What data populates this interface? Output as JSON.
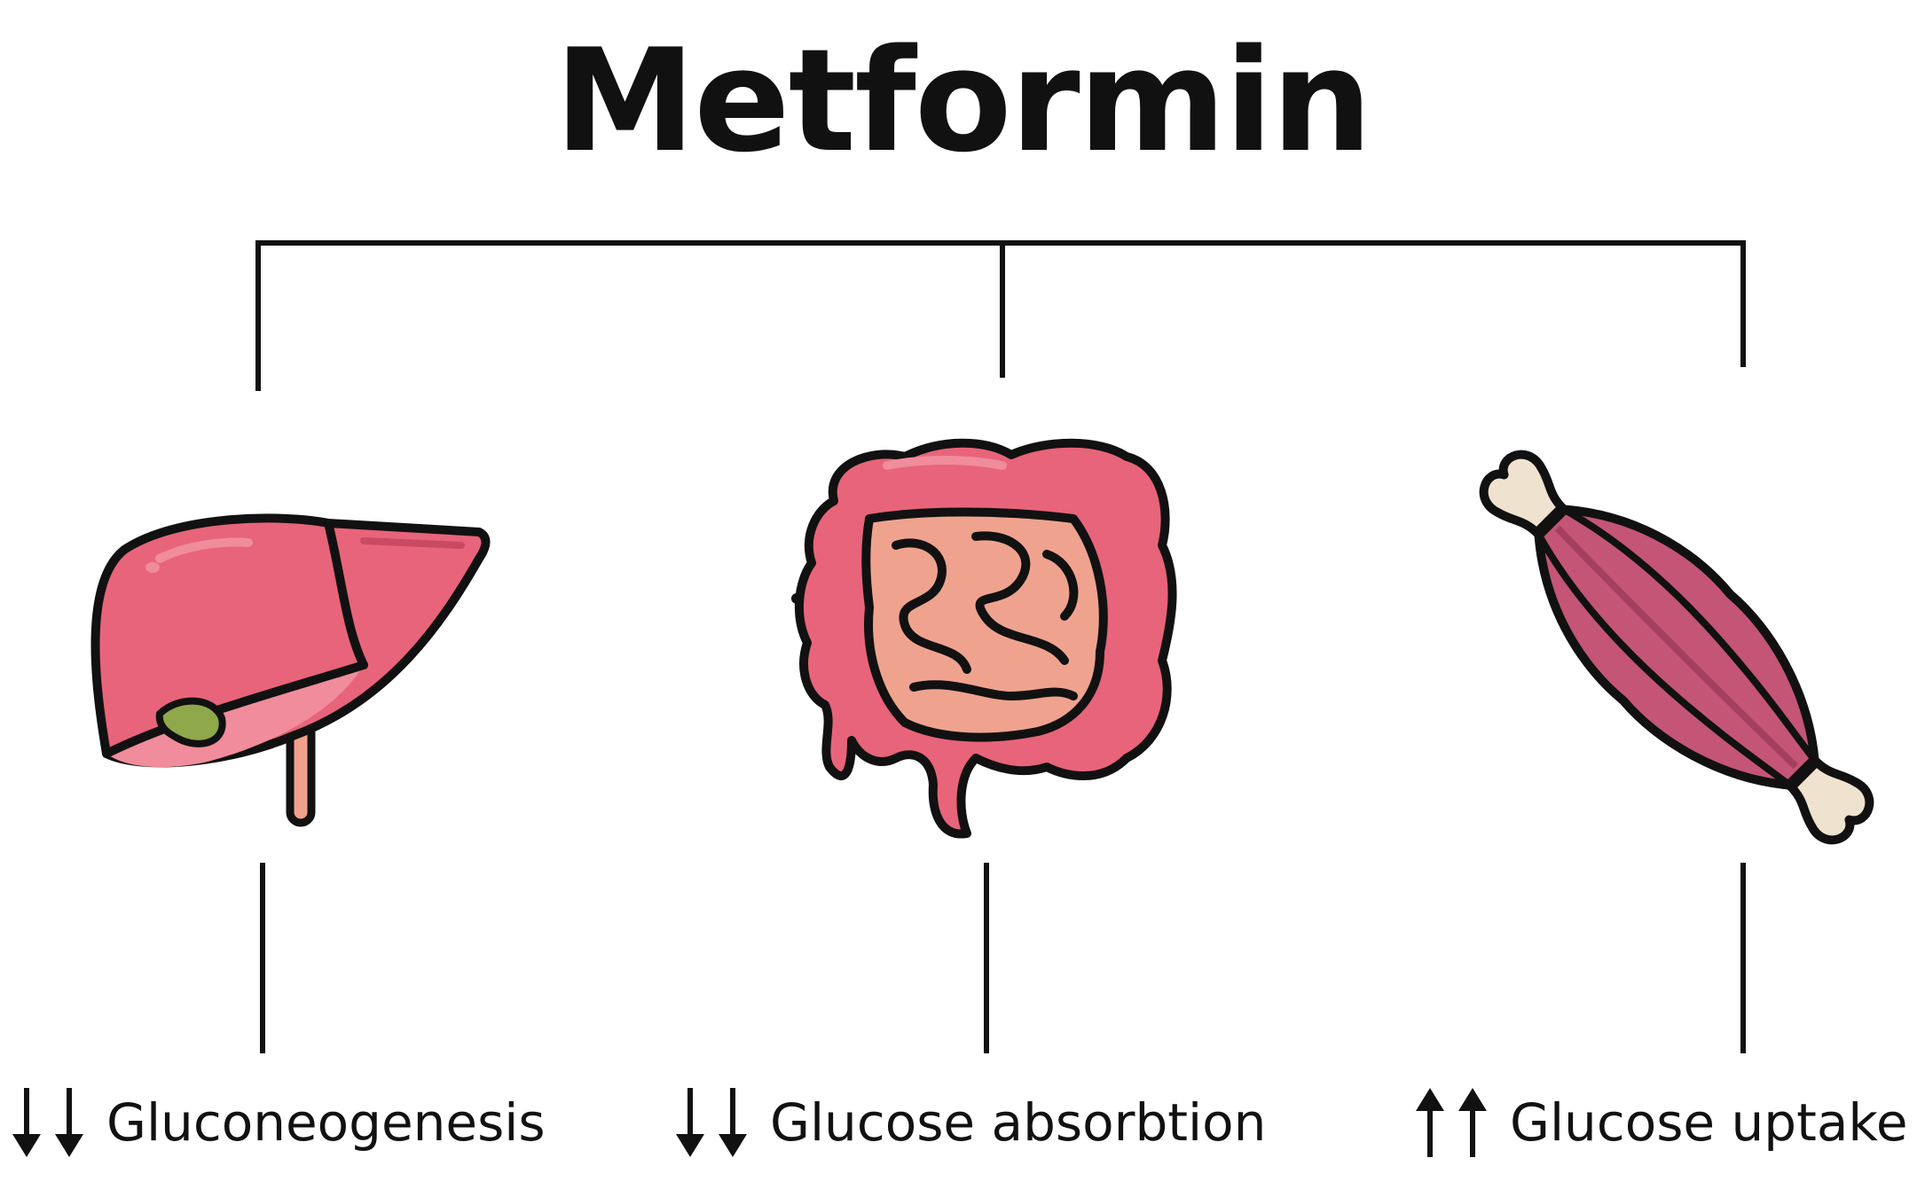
{
  "title": "Metformin",
  "colors": {
    "line": "#111111",
    "organ_pink": "#e8647a",
    "organ_pink_dark": "#c94a63",
    "organ_pink_light": "#f08c9b",
    "intestine_inner": "#efa38f",
    "gallbladder": "#8fa84a",
    "vessel": "#f2a08c",
    "muscle": "#c45577",
    "muscle_dark": "#a33f60",
    "bone": "#efe3cf",
    "bone_shadow": "#d9c7aa"
  },
  "effects": [
    {
      "organ_icon": "liver-icon",
      "direction": "down",
      "arrow_symbols": "↓↓",
      "label": "Gluconeogenesis"
    },
    {
      "organ_icon": "intestine-icon",
      "direction": "down",
      "arrow_symbols": "↓↓",
      "label": "Glucose absorbtion"
    },
    {
      "organ_icon": "muscle-icon",
      "direction": "up",
      "arrow_symbols": "↑↑",
      "label": "Glucose uptake"
    }
  ]
}
